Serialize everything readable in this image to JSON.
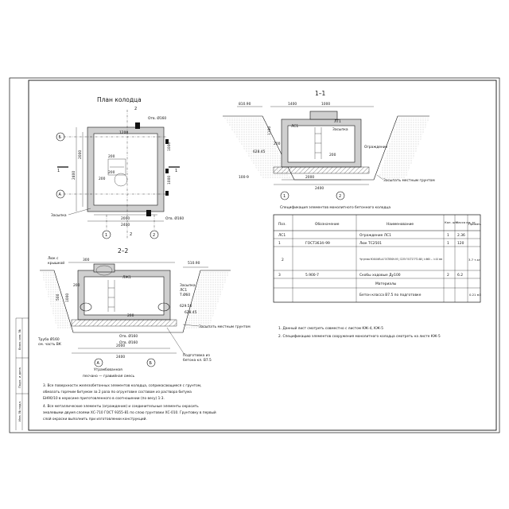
{
  "plan": {
    "title": "План колодца",
    "holes": [
      "Отв. Ø160",
      "Отв. Ø160"
    ],
    "axes": [
      "Б",
      "А",
      "1",
      "2"
    ],
    "dims": [
      "2000",
      "2400",
      "2000",
      "2400",
      "200",
      "200",
      "200",
      "1000",
      "1000",
      "1200"
    ],
    "section_marks": [
      "2",
      "2",
      "1",
      "1"
    ],
    "ground_label": "Засыпка"
  },
  "section11": {
    "title": "1–1",
    "elev_top": "810.90",
    "elev_bottom": "628.45",
    "dims": [
      "1400",
      "1000",
      "200",
      "200",
      "1100",
      "2000",
      "2400"
    ],
    "labels": [
      "ЛС1",
      "Засыпка",
      "ЛТ1",
      "Ограждение",
      "Засыпка",
      "100-9"
    ],
    "note": "Засыпать местным грунтом",
    "axes": [
      "1",
      "2"
    ]
  },
  "section22": {
    "title": "2–2",
    "elev_top": "510.90",
    "elev_bottom": "628.45",
    "elev_right": "629.50",
    "dims": [
      "300",
      "200",
      "1000",
      "200",
      "2000",
      "2400",
      "500"
    ],
    "labels": [
      "Люк с",
      "крышкой",
      "ЛЖ1",
      "Засыпка",
      "ЛС1",
      "Т.Ø60",
      "Отв. Ø160",
      "Отв. Ø160",
      "Засыпать местным грунтом"
    ],
    "axes": [
      "А",
      "Б"
    ],
    "pipe_note": [
      "Труба Ø160",
      "см. часть ВК"
    ],
    "base_note": [
      "Подготовка из",
      "бетона кл. В7.5"
    ],
    "under_title": "Утрамбованная",
    "under_sub": "песчано — гравийная смесь"
  },
  "spec": {
    "title": "Спецификация элементов монолитного бетонного колодца",
    "headers": [
      "Поз.",
      "Обозначение",
      "Наименование",
      "Кол. шт.",
      "Масса ед. кг",
      "Примеч."
    ],
    "rows": [
      {
        "pos": "ЛС1",
        "code": "",
        "name": "Ограждение ЛС1",
        "qty": "1",
        "mass": "2.36",
        "note": ""
      },
      {
        "pos": "1",
        "code": "ГОСТ3634–99",
        "name": "Люк ТС2501",
        "qty": "1",
        "mass": "120",
        "note": ""
      },
      {
        "pos": "2",
        "code": "",
        "name": "Чугунная 9СФ10И5-А-ГОСТ8509-93 | С235 ГОСТ27772-88 | l=660 ... l=10 мм",
        "qty": "",
        "mass": "",
        "note": "3.7 т.кг"
      },
      {
        "pos": "3",
        "code": "5.900-7",
        "name": "Скобы ходовые Ду100",
        "qty": "2",
        "mass": "6.2",
        "note": ""
      },
      {
        "pos": "",
        "code": "",
        "name": "Материалы",
        "qty": "",
        "mass": "",
        "note": ""
      },
      {
        "pos": "",
        "code": "",
        "name": "Бетон класса В7.5 по подготовке",
        "qty": "",
        "mass": "",
        "note": "0.21 м3"
      }
    ]
  },
  "notes_right": [
    "1. Данный лист смотреть совместно с листом КЖ-4, КЖ-5",
    "2. Спецификацию элементов сооружения монолитного колодца смотреть на листе КЖ-5"
  ],
  "notes_bottom": [
    "3. Все поверхности железобетонных элементов колодца, соприкасающиеся с грунтом,",
    "обмазать горячим битумом за 2 раза по огрунтовке составом из раствора битума",
    "БН90/10 в керосине приготовленного в соотношении (по весу) 1:3.",
    "4. Все металлические элементы (ограждение) и соединительные элементы окрасить",
    "эмалевыми двумя слоями ХС-710 ГОСТ 9355-81 по слою грунтовки ХС-010. Грунтовку в первый",
    "слой окраски выполнить при изготовлении конструкций."
  ],
  "stamp": [
    "Инв. № подл.",
    "Подп. и дата",
    "Взам. инв. №"
  ]
}
